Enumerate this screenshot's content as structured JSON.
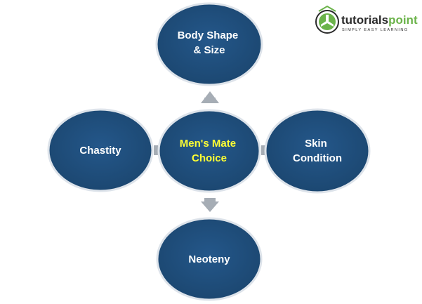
{
  "diagram": {
    "center": {
      "lines": [
        "Men's Mate",
        "Choice"
      ]
    },
    "top": {
      "lines": [
        "Body Shape",
        "& Size"
      ]
    },
    "left": {
      "lines": [
        "Chastity"
      ]
    },
    "right": {
      "lines": [
        "Skin",
        "Condition"
      ]
    },
    "bottom": {
      "lines": [
        "Neoteny"
      ]
    }
  },
  "logo": {
    "brand_prefix": "tutorials",
    "brand_suffix": "point",
    "tagline": "SIMPLY EASY LEARNING"
  },
  "colors": {
    "node_fill": "#1f4e79",
    "node_border": "#dde3ea",
    "center_text": "#ffff33",
    "node_text": "#ffffff",
    "arrow": "#a6adb5",
    "logo_green": "#6bb34a",
    "logo_dark": "#2b2b2b"
  }
}
